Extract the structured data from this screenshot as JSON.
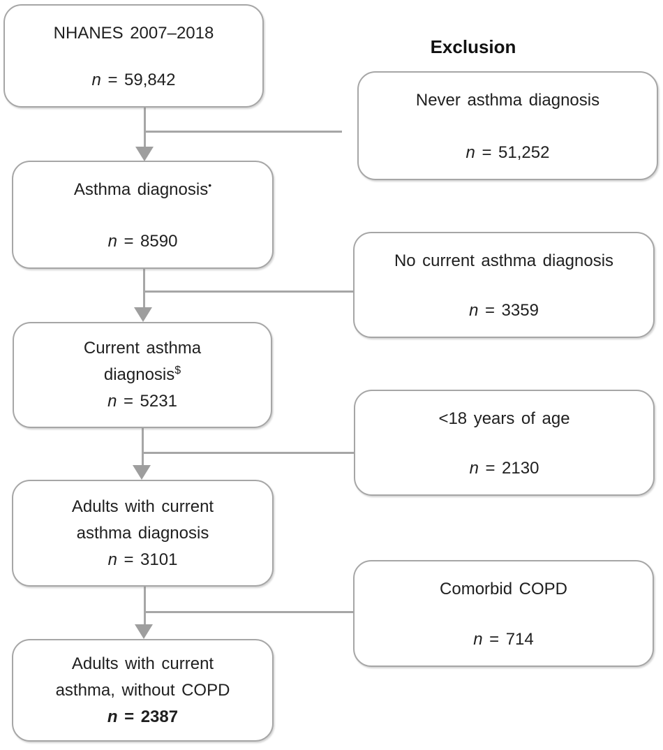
{
  "exclusion_header": "Exclusion",
  "colors": {
    "box_border": "#a6a6a6",
    "connector_line": "#a6a6a6",
    "arrow_fill": "#9e9e9e",
    "text": "#1f1f1f"
  },
  "main_flow": [
    {
      "title_lines": [
        "NHANES 2007–2018"
      ],
      "sup": "",
      "n_var": "n",
      "n_value": " = 59,842",
      "bold_n": false
    },
    {
      "title_lines": [
        "Asthma diagnosis"
      ],
      "sup": "•",
      "n_var": "n",
      "n_value": " = 8590",
      "bold_n": false
    },
    {
      "title_lines": [
        "Current asthma",
        "diagnosis"
      ],
      "sup": "$",
      "n_var": "n",
      "n_value": " = 5231",
      "bold_n": false
    },
    {
      "title_lines": [
        "Adults with current",
        "asthma diagnosis"
      ],
      "sup": "",
      "n_var": "n",
      "n_value": " = 3101",
      "bold_n": false
    },
    {
      "title_lines": [
        "Adults with current",
        "asthma, without COPD"
      ],
      "sup": "",
      "n_var": "n",
      "n_value": " = 2387",
      "bold_n": true
    }
  ],
  "exclusions": [
    {
      "title_lines": [
        "Never asthma diagnosis"
      ],
      "n_var": "n",
      "n_value": " = 51,252"
    },
    {
      "title_lines": [
        "No current asthma diagnosis"
      ],
      "n_var": "n",
      "n_value": " = 3359"
    },
    {
      "title_lines": [
        "<18 years of age"
      ],
      "n_var": "n",
      "n_value": " = 2130"
    },
    {
      "title_lines": [
        "Comorbid COPD"
      ],
      "n_var": "n",
      "n_value": " = 714"
    }
  ]
}
